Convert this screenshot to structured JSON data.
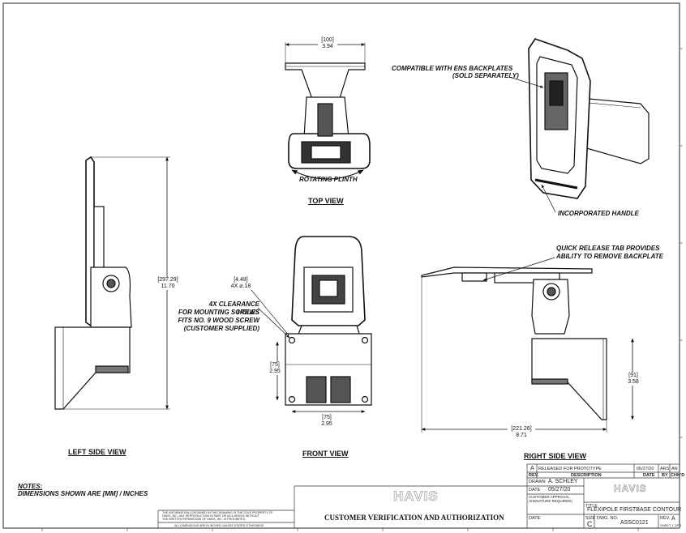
{
  "views": {
    "top": "TOP VIEW",
    "left": "LEFT SIDE VIEW",
    "front": "FRONT VIEW",
    "right": "RIGHT SIDE VIEW"
  },
  "callouts": {
    "compatible": "COMPATIBLE WITH ENS BACKPLATES",
    "sold_separately": "(SOLD SEPARATELY)",
    "rotating_plinth": "ROTATING PLINTH",
    "handle": "INCORPORATED HANDLE",
    "quick_release_1": "QUICK RELEASE TAB PROVIDES",
    "quick_release_2": "ABILITY TO REMOVE BACKPLATE",
    "clearance_1": "4X CLEARANCE HOLES",
    "clearance_2": "FOR MOUNTING SCREWS",
    "clearance_3": "FITS NO. 9 WOOD SCREW",
    "clearance_4": "(CUSTOMER SUPPLIED)"
  },
  "dimensions": {
    "top_width_mm": "[100]",
    "top_width_in": "3.94",
    "height_mm": "[297.29]",
    "height_in": "11.70",
    "hole_mm": "[4.48]",
    "hole_in": "4X ⌀.18",
    "front_h_mm": "[75]",
    "front_h_in": "2.95",
    "front_w_mm": "[75]",
    "front_w_in": "2.95",
    "right_h_mm": "[91]",
    "right_h_in": "3.58",
    "right_w_mm": "[221.26]",
    "right_w_in": "8.71"
  },
  "notes": {
    "title": "NOTES:",
    "line1": "DIMENSIONS SHOWN ARE [MM] / INCHES"
  },
  "title_block": {
    "rev_letter": "A",
    "rev_desc": "RELEASED FOR PROTOTYPE",
    "rev_date": "05/27/20",
    "rev_by": "ARS",
    "rev_chk": "AN",
    "h_rev": "REV.",
    "h_desc": "DESCRIPTION",
    "h_date": "DATE",
    "h_by": "BY",
    "h_chkd": "CHK'D",
    "drawn_label": "DRAWN",
    "drawn_by": "A. SCHLEY",
    "date_label": "DATE",
    "date_value": "05/27/20",
    "approval_label": "CUSTOMER APPROVAL",
    "approval_sub": "(SIGNATURE REQUIRED)",
    "date2_label": "DATE",
    "logo_large": "HAVIS",
    "logo_small": "HAVIS",
    "title_label": "TITLE",
    "title_value": "FLEXIPOLE FIRSTBASE CONTOUR",
    "verification": "CUSTOMER VERIFICATION AND AUTHORIZATION",
    "size_label": "SIZE",
    "size_value": "C",
    "dwg_label": "DWG. NO.",
    "dwg_value": "ASSC0121",
    "rev_label": "REV.",
    "rev_value": "A",
    "sheet": "SHEET 1 OF 1",
    "confidential_1": "THE INFORMATION CONTAINED IN THIS DRAWING IS THE SOLE PROPERTY OF",
    "confidential_2": "HAVIS, INC. ANY REPRODUCTION IN PART OR AS A WHOLE WITHOUT",
    "confidential_3": "THE WRITTEN PERMISSION OF HAVIS, INC. IS PROHIBITED.",
    "confidential_4": "ALL DIMENSIONS ARE IN INCHES UNLESS STATED OTHERWISE"
  }
}
